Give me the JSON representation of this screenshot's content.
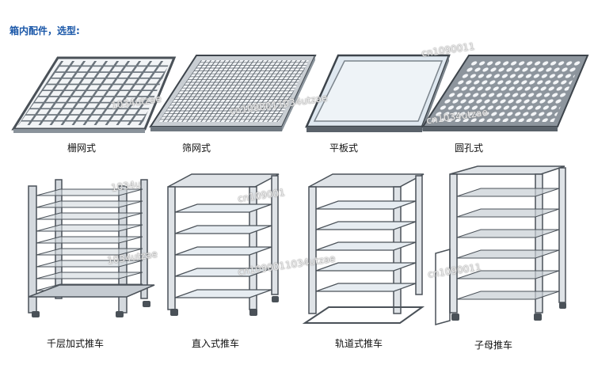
{
  "heading": "箱内配件，选型:",
  "trays": [
    {
      "label": "栅网式",
      "icon": "grid-tray-icon"
    },
    {
      "label": "筛网式",
      "icon": "mesh-tray-icon"
    },
    {
      "label": "平板式",
      "icon": "flat-tray-icon"
    },
    {
      "label": "圆孔式",
      "icon": "perforated-tray-icon"
    }
  ],
  "carts": [
    {
      "label": "千层加式推车",
      "icon": "multi-layer-cart-icon"
    },
    {
      "label": "直入式推车",
      "icon": "direct-insert-cart-icon"
    },
    {
      "label": "轨道式推车",
      "icon": "rail-cart-icon"
    },
    {
      "label": "子母推车",
      "icon": "mother-child-cart-icon"
    }
  ],
  "watermarks": [
    "1034utzae",
    "cn1090011034utzae",
    "cn1090011",
    "cn1034utzae",
    "1034u",
    "cn109001",
    "1034utzae",
    "cn1090011034utzae",
    "cn1090011"
  ],
  "colors": {
    "heading": "#1a57a8",
    "frame": "#9aa3ad",
    "frame_dark": "#4a5158",
    "panel": "#dfe8f0"
  }
}
